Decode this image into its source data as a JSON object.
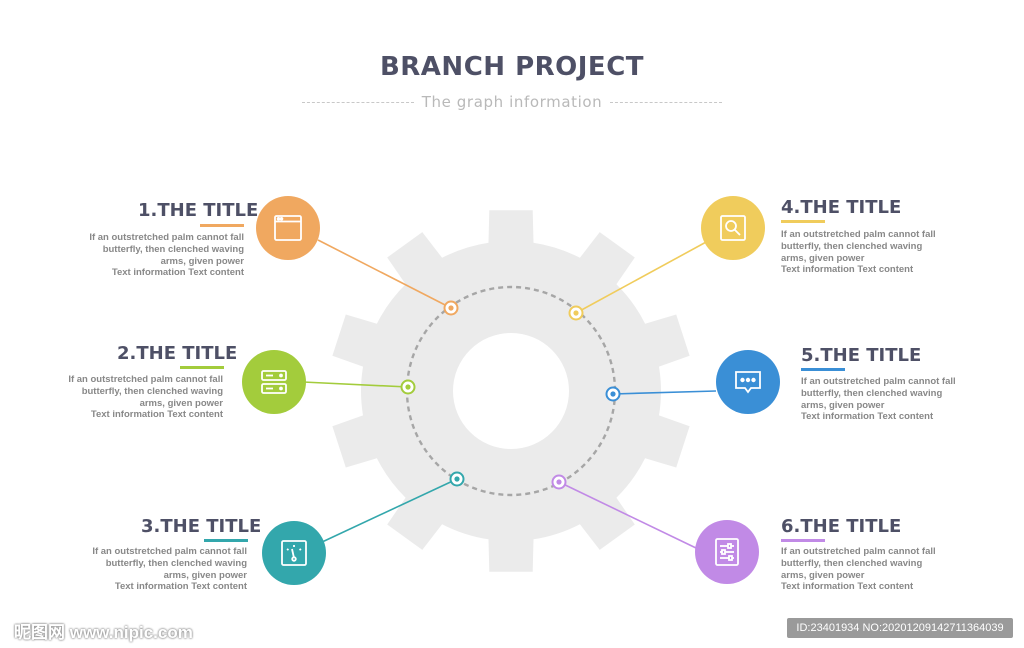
{
  "header": {
    "title": "BRANCH PROJECT",
    "subtitle": "The graph information"
  },
  "items": [
    {
      "title": "1.THE TITLE",
      "line1": "If an outstretched palm cannot fall",
      "line2": "butterfly, then clenched waving",
      "line3": "arms, given power",
      "line4": "Text information Text content",
      "color": "#f0a860",
      "icon": "browser-window-icon"
    },
    {
      "title": "2.THE TITLE",
      "line1": "If an outstretched palm cannot fall",
      "line2": "butterfly, then clenched waving",
      "line3": "arms, given power",
      "line4": "Text information Text content",
      "color": "#a3cc3c",
      "icon": "server-icon"
    },
    {
      "title": "3.THE TITLE",
      "line1": "If an outstretched palm cannot fall",
      "line2": "butterfly, then clenched waving",
      "line3": "arms, given power",
      "line4": "Text information Text content",
      "color": "#33a7ac",
      "icon": "gauge-icon"
    },
    {
      "title": "4.THE TITLE",
      "line1": "If an outstretched palm cannot fall",
      "line2": "butterfly, then clenched waving",
      "line3": "arms, given power",
      "line4": "Text information Text content",
      "color": "#f0cc5c",
      "icon": "search-icon"
    },
    {
      "title": "5.THE TITLE",
      "line1": "If an outstretched palm cannot fall",
      "line2": "butterfly, then clenched waving",
      "line3": "arms, given power",
      "line4": "Text information Text content",
      "color": "#3a8fd6",
      "icon": "chat-bubble-icon"
    },
    {
      "title": "6.THE TITLE",
      "line1": "If an outstretched palm cannot fall",
      "line2": "butterfly, then clenched waving",
      "line3": "arms, given power",
      "line4": "Text information Text content",
      "color": "#c18ae6",
      "icon": "settings-list-icon"
    }
  ],
  "watermark": {
    "left": "昵图网 www.nipic.com",
    "right": "ID:23401934 NO:20201209142711364039"
  }
}
